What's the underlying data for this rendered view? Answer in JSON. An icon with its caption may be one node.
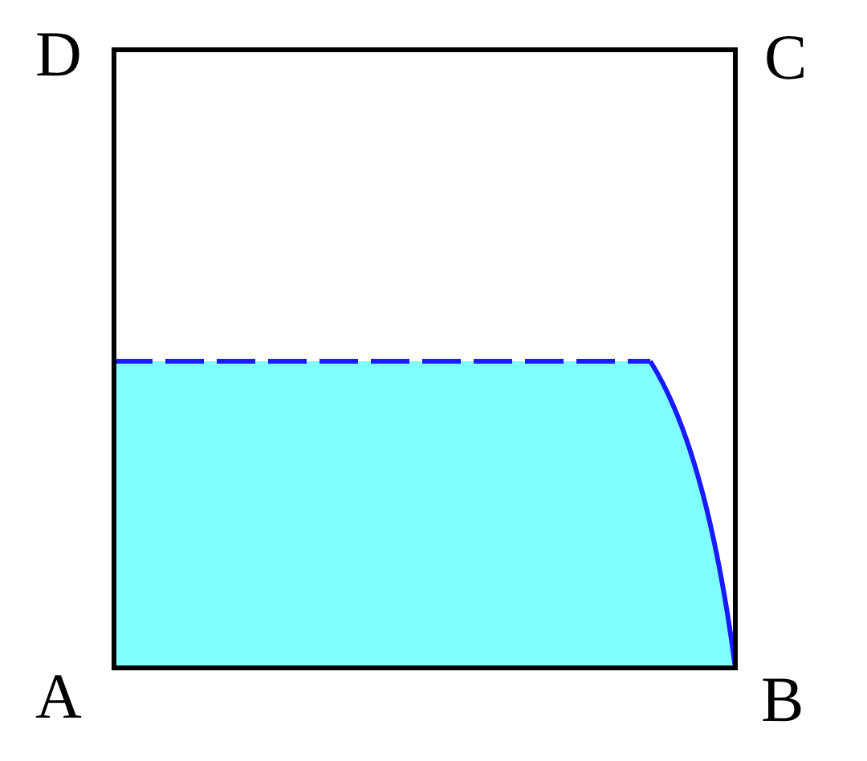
{
  "diagram": {
    "labels": [
      "D",
      "C",
      "A",
      "B"
    ]
  }
}
